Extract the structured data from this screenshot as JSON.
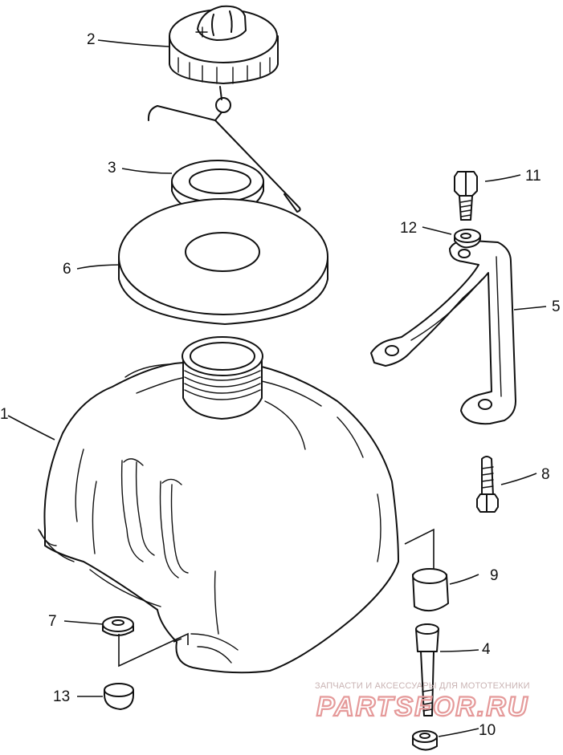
{
  "callouts": [
    {
      "id": "1",
      "label": "1"
    },
    {
      "id": "2",
      "label": "2"
    },
    {
      "id": "3",
      "label": "3"
    },
    {
      "id": "4",
      "label": "4"
    },
    {
      "id": "5",
      "label": "5"
    },
    {
      "id": "6",
      "label": "6"
    },
    {
      "id": "7",
      "label": "7"
    },
    {
      "id": "8",
      "label": "8"
    },
    {
      "id": "9",
      "label": "9"
    },
    {
      "id": "10",
      "label": "10"
    },
    {
      "id": "11",
      "label": "11"
    },
    {
      "id": "12",
      "label": "12"
    },
    {
      "id": "13",
      "label": "13"
    }
  ],
  "watermark": {
    "tagline": "ЗАПЧАСТИ И АКСЕССУАРЫ ДЛЯ МОТОТЕХНИКИ",
    "logo": "PARTSFOR.RU",
    "color": "#e59a9a"
  },
  "colors": {
    "ink": "#111111",
    "paper": "#ffffff"
  }
}
